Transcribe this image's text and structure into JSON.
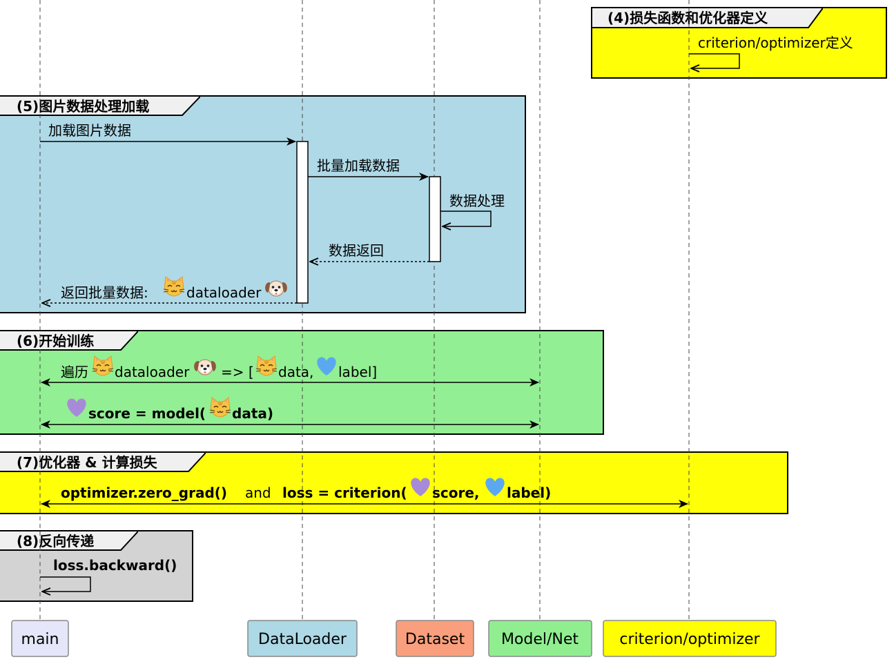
{
  "colors": {
    "main": "#e6e6fa",
    "dataloader": "#add8e6",
    "dataset": "#f99f7d",
    "model": "#90ee90",
    "criterion": "#ffff00",
    "frame5": "#add8e6",
    "frame6": "#90ee90",
    "frame7": "#ffff00",
    "frame8": "#d3d3d3",
    "frame4": "#ffff00",
    "heart_blue": "#5aa9f0",
    "heart_purple": "#a78bd8"
  },
  "participants": {
    "main": "main",
    "dataloader": "DataLoader",
    "dataset": "Dataset",
    "model": "Model/Net",
    "criterion": "criterion/optimizer"
  },
  "frames": {
    "f4": {
      "title": "(4)损失函数和优化器定义"
    },
    "f5": {
      "title": "(5)图片数据处理加载"
    },
    "f6": {
      "title": "(6)开始训练"
    },
    "f7": {
      "title": "(7)优化器 & 计算损失"
    },
    "f8": {
      "title": "(8)反向传递"
    }
  },
  "messages": {
    "m_crit_def": "criterion/optimizer定义",
    "m_load_img": "加载图片数据",
    "m_batch_load": "批量加载数据",
    "m_process": "数据处理",
    "m_return_data": "数据返回",
    "m_return_batch_a": "返回批量数据:",
    "m_return_batch_b": "dataloader",
    "m_iter_a": "遍历",
    "m_iter_b": "dataloader",
    "m_iter_c": "=> [",
    "m_iter_d": "data,",
    "m_iter_e": "label]",
    "m_score_a": "score = model(",
    "m_score_b": "data)",
    "m_opt_a": "optimizer.zero_grad()",
    "m_opt_b": "and",
    "m_opt_c": "loss = criterion(",
    "m_opt_d": "score,",
    "m_opt_e": "label)",
    "m_backward": "loss.backward()"
  },
  "icons": [
    "cat-icon",
    "dog-icon",
    "blue-heart-icon",
    "purple-heart-icon"
  ]
}
